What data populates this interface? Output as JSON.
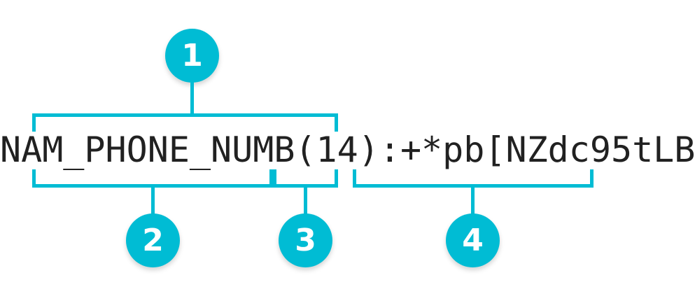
{
  "diagram": {
    "title_text": "NAM_PHONE_NUMB(14):+*pb[NZdc95tLB",
    "background_color": "#ffffff",
    "accent_color": "#00bcd4",
    "text_color": "#212121",
    "badge_text_color": "#ffffff",
    "code_segments": [
      {
        "id": "full-key-value",
        "text": "NAM_PHONE_NUMB(14):+*pb[NZdc95tLB"
      },
      {
        "id": "field-name",
        "text": "NAM_PHONE_NUMB"
      },
      {
        "id": "length",
        "text": "(14)"
      },
      {
        "id": "value",
        "text": ":+*pb[NZdc95tLB"
      }
    ],
    "callouts": [
      {
        "number": "1",
        "target": "full-key-value",
        "position": "top"
      },
      {
        "number": "2",
        "target": "field-name",
        "position": "bottom"
      },
      {
        "number": "3",
        "target": "length",
        "position": "bottom"
      },
      {
        "number": "4",
        "target": "value",
        "position": "bottom"
      }
    ]
  }
}
